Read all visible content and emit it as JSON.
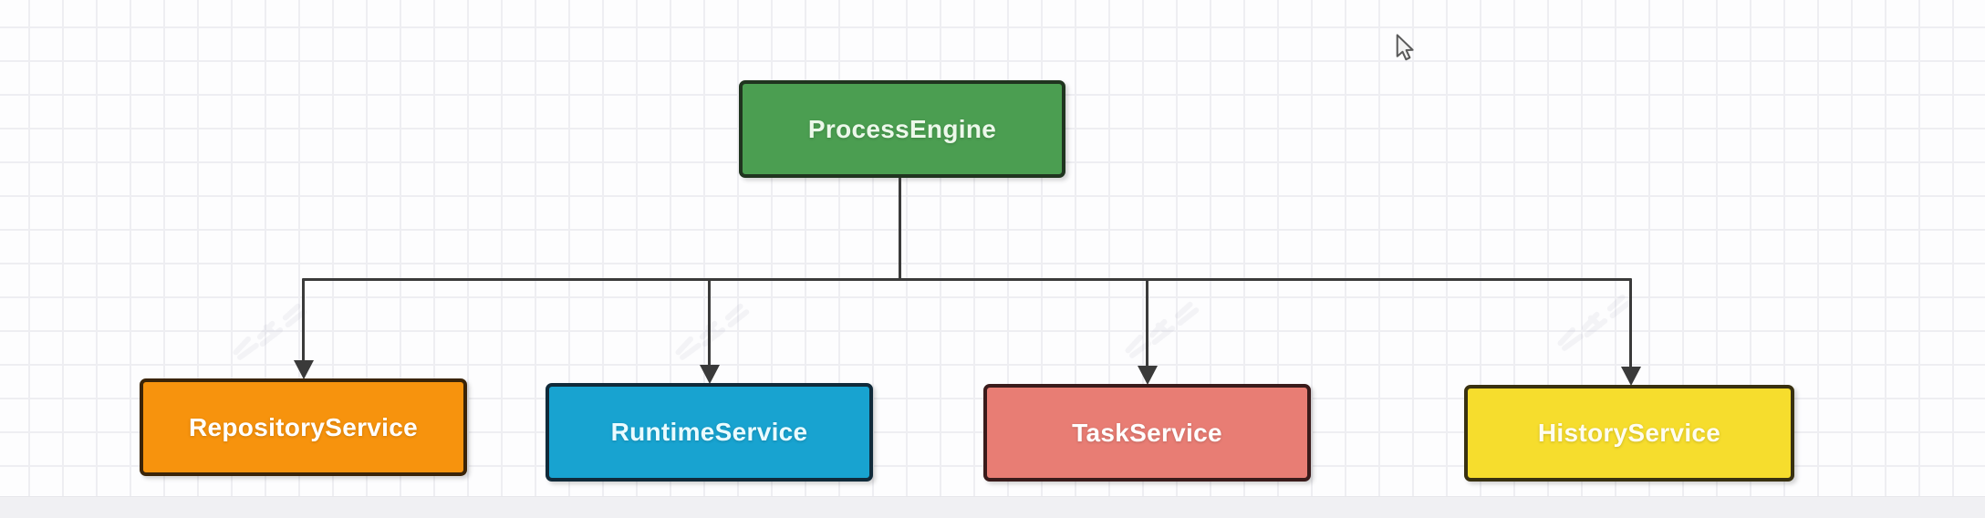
{
  "app": {
    "view": "diagram-whiteboard-canvas"
  },
  "canvas": {
    "background": "#fdfdfe",
    "grid_color": "#eeeef2",
    "bottom_bar_color": "#f0f0f3",
    "watermark_note": "faint diagonal CJK watermark, illegible, repeated 4 times across the canvas"
  },
  "cursor": {
    "icon": "arrow-pointer"
  },
  "diagram": {
    "edge_color": "#3a3a3a",
    "root": {
      "id": "process-engine",
      "label": "ProcessEngine",
      "fill": "#4b9e51",
      "border": "#20341f",
      "text_color": "#ecf8ea"
    },
    "children": [
      {
        "id": "repository-service",
        "label": "RepositoryService",
        "fill": "#f7930d",
        "border": "#3a2408",
        "text_color": "#ffffff"
      },
      {
        "id": "runtime-service",
        "label": "RuntimeService",
        "fill": "#18a3d0",
        "border": "#102a3a",
        "text_color": "#eafbff"
      },
      {
        "id": "task-service",
        "label": "TaskService",
        "fill": "#e87d74",
        "border": "#3a1b1b",
        "text_color": "#ffffff"
      },
      {
        "id": "history-service",
        "label": "HistoryService",
        "fill": "#f6dd2d",
        "border": "#393110",
        "text_color": "#fffdf0"
      }
    ],
    "edges": [
      {
        "from": "process-engine",
        "to": "repository-service"
      },
      {
        "from": "process-engine",
        "to": "runtime-service"
      },
      {
        "from": "process-engine",
        "to": "task-service"
      },
      {
        "from": "process-engine",
        "to": "history-service"
      }
    ]
  }
}
